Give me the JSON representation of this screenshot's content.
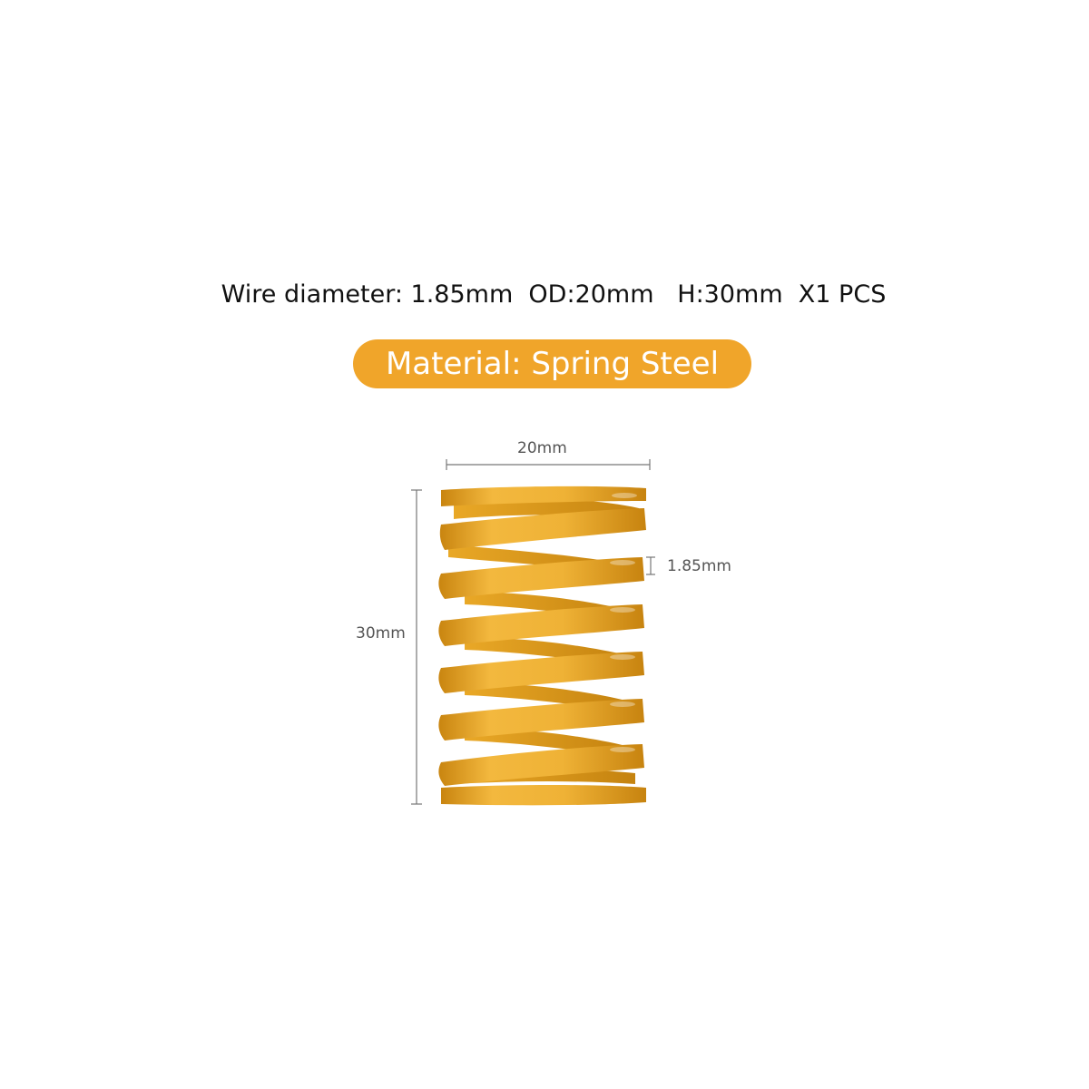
{
  "specs": {
    "line": "Wire diameter: 1.85mm  OD:20mm   H:30mm  X1 PCS"
  },
  "material": {
    "label": "Material: Spring Steel"
  },
  "dimensions": {
    "outer_diameter_label": "20mm",
    "height_label": "30mm",
    "wire_diameter_label": "1.85mm"
  },
  "colors": {
    "accent": "#F0A52A",
    "spring_light": "#F2B63C",
    "spring_dark": "#B8770E",
    "spring_inner": "#D99418",
    "dimension_line": "#777777"
  },
  "product_image": {
    "icon": "yellow-coil-spring-icon",
    "coil_count": 7
  }
}
